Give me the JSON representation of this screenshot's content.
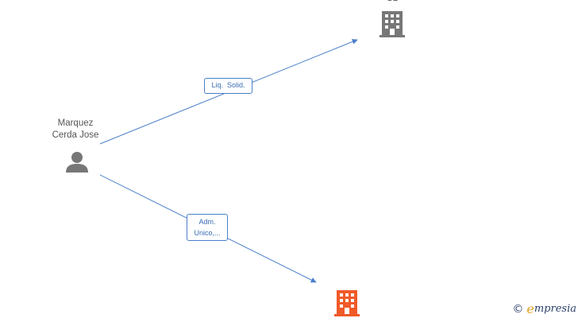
{
  "nodes": {
    "person": {
      "name_line1": "Marquez",
      "name_line2": "Cerda Jose",
      "icon": "person-icon",
      "color": "#777777"
    },
    "company_top": {
      "name": "SL",
      "icon": "building-icon",
      "color": "#777777"
    },
    "company_bottom": {
      "name": "",
      "icon": "building-icon",
      "color": "#f05a28"
    }
  },
  "edges": {
    "top": {
      "label": "Liq.  Solid."
    },
    "bottom": {
      "label_line1": "Adm.",
      "label_line2": "Unico,..."
    }
  },
  "colors": {
    "edge": "#4a7fc9"
  },
  "watermark": {
    "symbol": "©",
    "initial": "e",
    "rest": "mpresia"
  }
}
